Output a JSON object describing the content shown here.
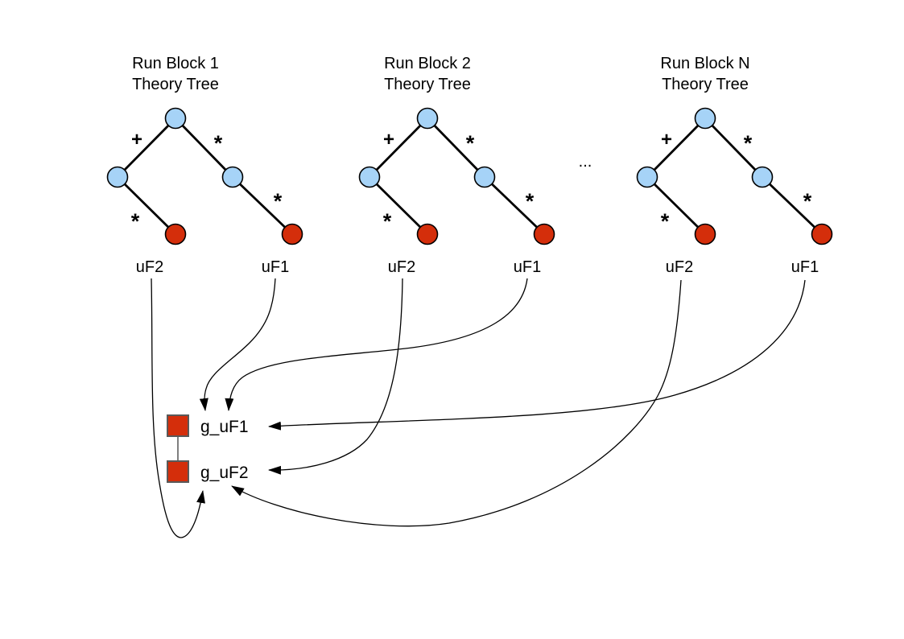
{
  "colors": {
    "background": "#ffffff",
    "internal_node_fill": "#a6d3f7",
    "leaf_node_fill": "#d42e0b",
    "global_node_fill": "#d42e0b",
    "line_color": "#000000"
  },
  "trees": [
    {
      "title_line1": "Run Block 1",
      "title_line2": "Theory Tree",
      "left_edge_label": "+",
      "right_edge_label": "*",
      "left_leaf_edge_label": "*",
      "right_leaf_edge_label": "*",
      "left_leaf_name": "uF2",
      "right_leaf_name": "uF1"
    },
    {
      "title_line1": "Run Block 2",
      "title_line2": "Theory Tree",
      "left_edge_label": "+",
      "right_edge_label": "*",
      "left_leaf_edge_label": "*",
      "right_leaf_edge_label": "*",
      "left_leaf_name": "uF2",
      "right_leaf_name": "uF1"
    },
    {
      "title_line1": "Run Block N",
      "title_line2": "Theory Tree",
      "left_edge_label": "+",
      "right_edge_label": "*",
      "left_leaf_edge_label": "*",
      "right_leaf_edge_label": "*",
      "left_leaf_name": "uF2",
      "right_leaf_name": "uF1"
    }
  ],
  "ellipsis": "...",
  "global_functions": [
    {
      "label": "g_uF1"
    },
    {
      "label": "g_uF2"
    }
  ]
}
